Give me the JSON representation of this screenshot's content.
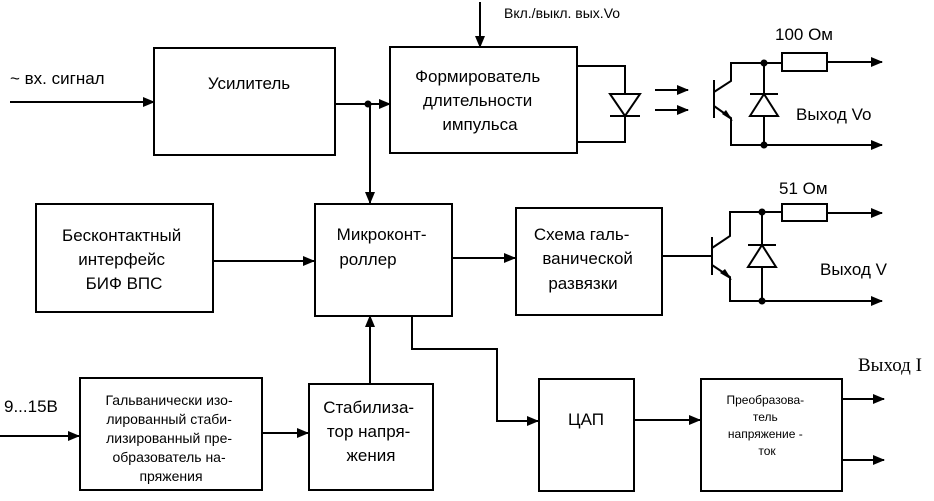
{
  "blocks": {
    "amplifier": [
      "Усилитель"
    ],
    "pulse_former": [
      "Формирователь",
      "длительности",
      "импульса"
    ],
    "contactless_interface": [
      "Бесконтактный",
      "интерфейс",
      "БИФ ВПС"
    ],
    "microcontroller": [
      "Микроконт-",
      "роллер"
    ],
    "galvanic_isolation": [
      "Схема галь-",
      "ванической",
      "развязки"
    ],
    "isolated_converter": [
      "Гальванически изо-",
      "лированный стаби-",
      "лизированный пре-",
      "образователь на-",
      "пряжения"
    ],
    "voltage_stabilizer": [
      "Стабилиза-",
      "тор напря-",
      "жения"
    ],
    "dac": [
      "ЦАП"
    ],
    "v_to_i_converter": [
      "Преобразова-",
      "тель",
      "напряжение -",
      "ток"
    ]
  },
  "labels": {
    "input_signal": "~ вх. сигнал",
    "enable_output": "Вкл./выкл. вых.Vo",
    "supply": "9...15В",
    "r_top": "100 Ом",
    "r_mid": "51 Ом",
    "out_vo": "Выход Vo",
    "out_v": "Выход V",
    "out_i": "Выход I"
  }
}
